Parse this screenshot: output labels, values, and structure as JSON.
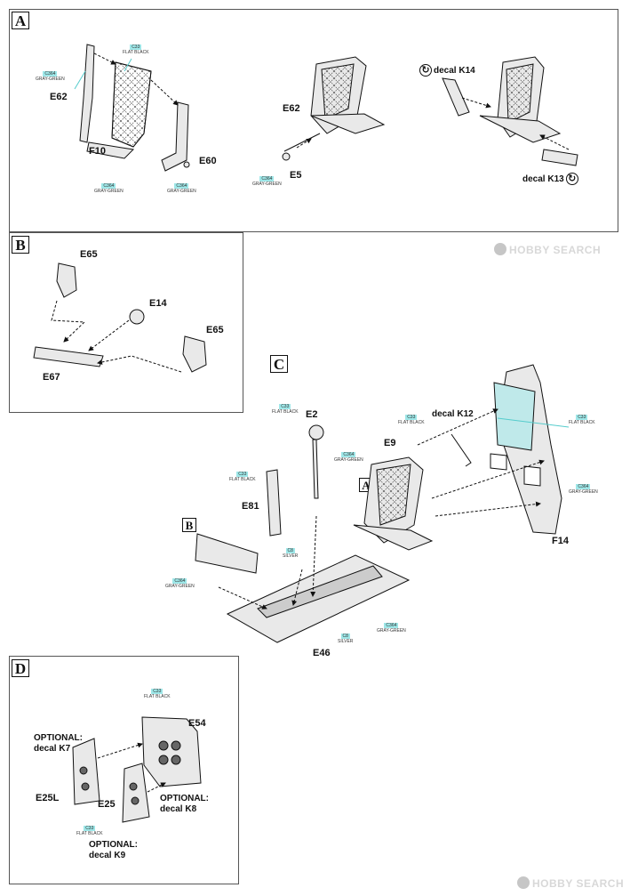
{
  "sections": {
    "a": "A",
    "b": "B",
    "c": "C",
    "d": "D"
  },
  "inline_refs": {
    "a_ref": "A",
    "b_ref": "B"
  },
  "parts": {
    "e62_a": "E62",
    "f10": "F10",
    "e60": "E60",
    "e62_a2": "E62",
    "e5": "E5",
    "e65_1": "E65",
    "e14": "E14",
    "e65_2": "E65",
    "e67": "E67",
    "e2": "E2",
    "e9": "E9",
    "e81": "E81",
    "f14": "F14",
    "e46": "E46",
    "e54": "E54",
    "e25l": "E25L",
    "e25": "E25"
  },
  "decals": {
    "k14": "decal K14",
    "k13": "decal K13",
    "k12": "decal K12"
  },
  "optional": {
    "k7_a": "OPTIONAL:",
    "k7_b": "decal K7",
    "k8_a": "OPTIONAL:",
    "k8_b": "decal K8",
    "k9_a": "OPTIONAL:",
    "k9_b": "decal K9"
  },
  "paints": {
    "p1": {
      "code": "C364",
      "name": "GRAY-GREEN"
    },
    "p2": {
      "code": "C33",
      "name": "FLAT BLACK"
    },
    "p3": {
      "code": "C364",
      "name": "GRAY-GREEN"
    },
    "p4": {
      "code": "C364",
      "name": "GRAY-GREEN"
    },
    "p5": {
      "code": "C364",
      "name": "GRAY-GREEN"
    },
    "p6": {
      "code": "C33",
      "name": "FLAT BLACK"
    },
    "p7": {
      "code": "C364",
      "name": "GRAY-GREEN"
    },
    "p8": {
      "code": "C33",
      "name": "FLAT BLACK"
    },
    "p9": {
      "code": "C33",
      "name": "FLAT BLACK"
    },
    "p10": {
      "code": "C364",
      "name": "GRAY-GREEN"
    },
    "p11": {
      "code": "C33",
      "name": "FLAT BLACK"
    },
    "p12": {
      "code": "C364",
      "name": "GRAY-GREEN"
    },
    "p13": {
      "code": "C8",
      "name": "SILVER"
    },
    "p14": {
      "code": "C364",
      "name": "GRAY-GREEN"
    },
    "p15": {
      "code": "C8",
      "name": "SILVER"
    },
    "p16": {
      "code": "C33",
      "name": "FLAT BLACK"
    },
    "p17": {
      "code": "C33",
      "name": "FLAT BLACK"
    }
  },
  "watermark": {
    "brand": "HOBBY SEARCH"
  },
  "colors": {
    "highlight": "#9ee7e8",
    "line": "#111111",
    "frame": "#555555",
    "part_fill": "#e9e9e9"
  }
}
